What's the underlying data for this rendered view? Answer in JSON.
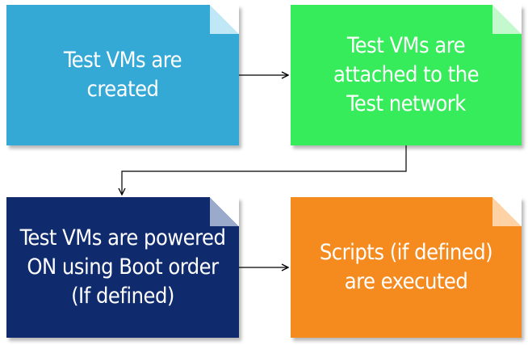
{
  "steps": [
    {
      "text": "Test VMs are\ncreated",
      "color": "#35a9d6",
      "fold_color": "#bfe7f5"
    },
    {
      "text": "Test VMs are\nattached to the\nTest network",
      "color": "#37ec5b",
      "fold_color": "#c3f9cd"
    },
    {
      "text": "Test VMs are powered\nON using Boot order\n(If defined)",
      "color": "#0f2b6e",
      "fold_color": "#9aaacb"
    },
    {
      "text": "Scripts (if defined)\nare executed",
      "color": "#f58a1f",
      "fold_color": "#fdd2a4"
    }
  ],
  "connector_color": "#000000"
}
